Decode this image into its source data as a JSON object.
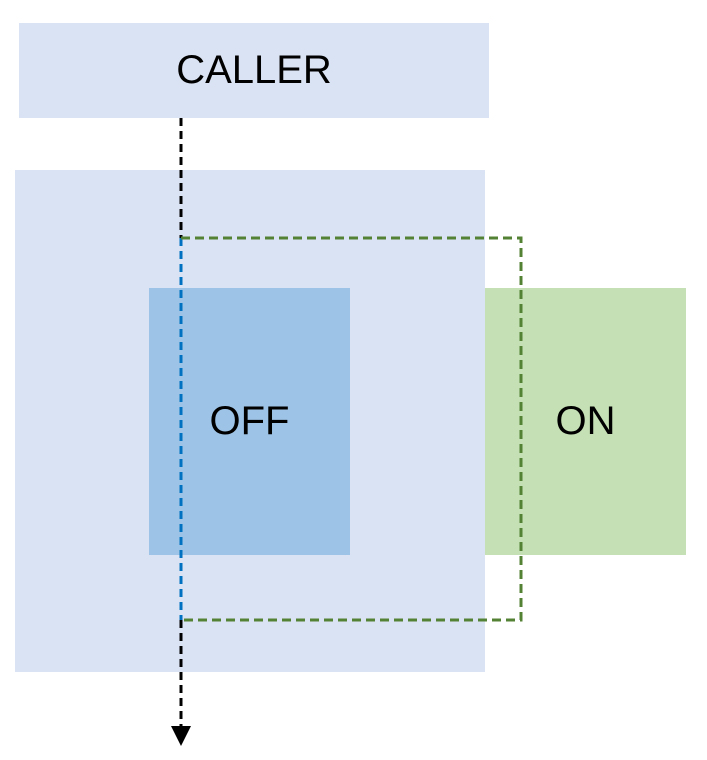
{
  "caller": {
    "label": "CALLER"
  },
  "off": {
    "label": "OFF"
  },
  "on": {
    "label": "ON"
  },
  "colors": {
    "caller_fill": "#dae3f3",
    "container_fill": "#dae3f3",
    "off_fill": "#9dc3e6",
    "on_fill": "#c5e0b4",
    "flow_line": "#000000",
    "active_path": "#0070c0",
    "on_boundary": "#548235"
  }
}
